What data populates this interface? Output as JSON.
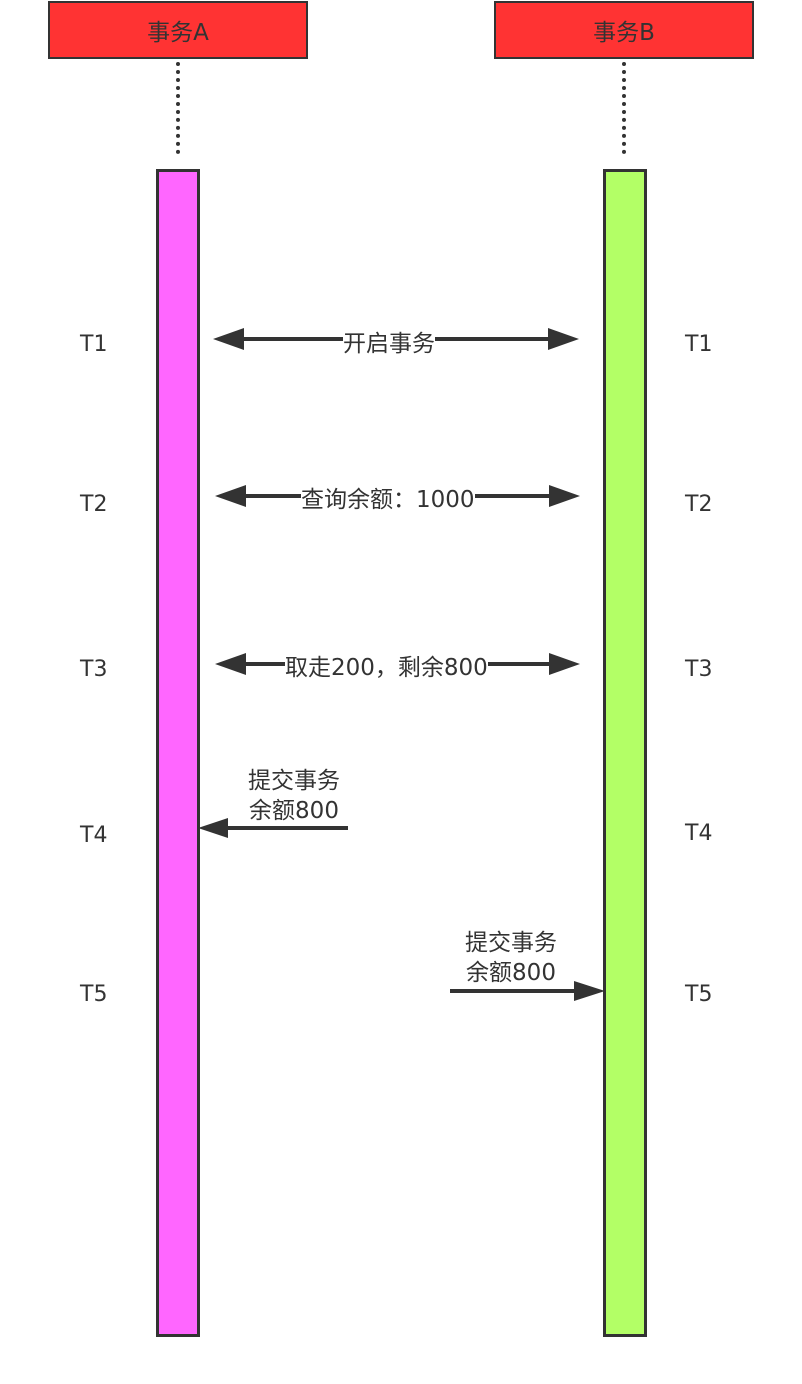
{
  "transactions": {
    "a": {
      "title": "事务A",
      "lifeline_color": "#ff66ff"
    },
    "b": {
      "title": "事务B",
      "lifeline_color": "#b3ff66"
    }
  },
  "header_color": "#ff3333",
  "times": [
    "T1",
    "T2",
    "T3",
    "T4",
    "T5"
  ],
  "messages": {
    "t1": "开启事务",
    "t2": "查询余额：1000",
    "t3": "取走200，剩余800"
  },
  "commits": {
    "a": {
      "line1": "提交事务",
      "line2": "余额800"
    },
    "b": {
      "line1": "提交事务",
      "line2": "余额800"
    }
  }
}
